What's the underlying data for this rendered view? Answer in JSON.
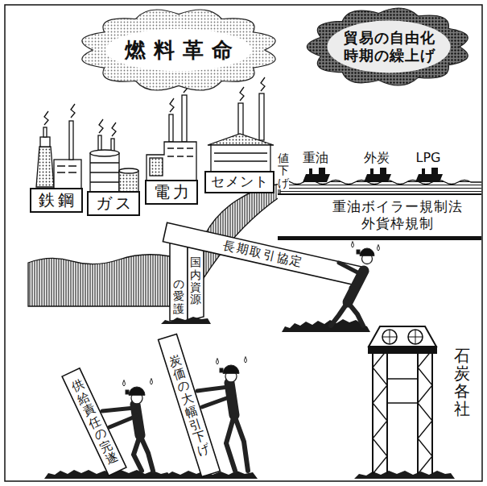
{
  "diagram": {
    "nodes": [
      {
        "text": [
          "燃料革命"
        ]
      },
      {
        "text": [
          "貿易の自由化 時期の繰上げ"
        ]
      },
      {
        "text": [
          "鉄鋼"
        ]
      },
      {
        "text": [
          "ガス"
        ]
      },
      {
        "text": [
          "電力"
        ]
      },
      {
        "text": [
          "セメント"
        ]
      },
      {
        "text": [
          "重油ボイラー規制法",
          "外貨枠規制"
        ]
      }
    ],
    "labels": [
      "重油",
      "値下げ",
      "外炭",
      "LPG",
      "長期取引協定",
      "国内資源",
      "の愛護",
      "供給責任の完遂",
      "炭価の大幅引下げ",
      "石炭各社"
    ]
  }
}
